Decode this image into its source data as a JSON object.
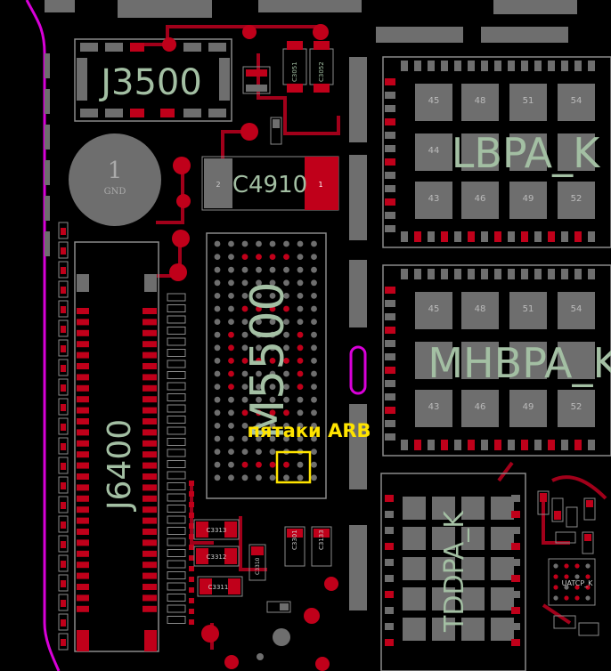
{
  "colors": {
    "background": "#000000",
    "outline": "#8a8a8a",
    "pad_gray": "#6e6e6e",
    "pad_red": "#c0001a",
    "trace_red": "#a1001a",
    "label_green": "#a3bfa3",
    "board_edge": "#d800d8",
    "annotation": "#ffe400"
  },
  "components": {
    "j3500": "J3500",
    "c4910": "C4910",
    "c4910_pin_left": "2",
    "c4910_pin_right": "1",
    "gnd_number": "1",
    "gnd_label": "GND",
    "m5500": "M5500",
    "j6400": "J6400",
    "lbpa": "LBPA_K",
    "mhbpa": "MHBPA_K",
    "tddpa": "TDDPA_K",
    "uatcp": "UATCP_K",
    "c3313": "C3313",
    "c3312": "C3312",
    "c3311": "C3311",
    "c3301": "C3301",
    "c3133": "C3133",
    "c3310": "C3310",
    "c3051": "C3051",
    "c3052": "C3052"
  },
  "grid_top": {
    "row1": [
      "45",
      "48",
      "51",
      "54"
    ],
    "row2": [
      "44"
    ],
    "row3": [
      "43",
      "46",
      "49",
      "52"
    ]
  },
  "grid_mid": {
    "row1": [
      "45",
      "48",
      "51",
      "54"
    ],
    "row3": [
      "43",
      "46",
      "49",
      "52"
    ]
  },
  "annotation": {
    "text": "пятаки ARB",
    "highlight_color": "#ffe400"
  }
}
